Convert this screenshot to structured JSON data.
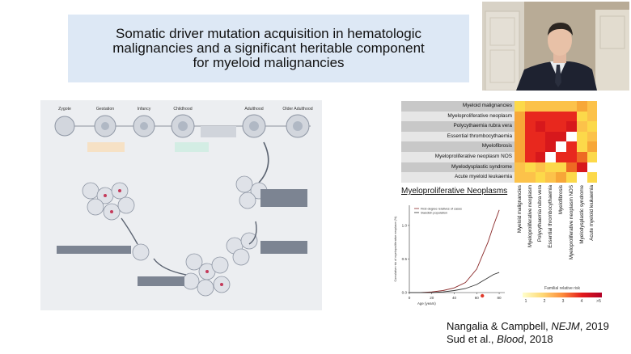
{
  "slide": {
    "title": "Somatic driver mutation acquisition in hematologic malignancies and a significant heritable component for myeloid malignancies"
  },
  "lifecycle": {
    "stages": [
      "Zygote",
      "Gestation",
      "Infancy",
      "Childhood",
      "Adulthood",
      "Older Adulthood"
    ]
  },
  "heatmap": {
    "rows": [
      "Myeloid malignancies",
      "Myeloproliferative neoplasm",
      "Polycythaemia rubra vera",
      "Essential thrombocythaemia",
      "Myelofibrosis",
      "Myeloproliferative neoplasm NOS",
      "Myelodysplastic syndrome",
      "Acute myeloid leukaemia"
    ],
    "columns": [
      "Myeloid malignancies",
      "Myeloproliferative neoplasm",
      "Polycythaemia rubra vera",
      "Essential thrombocythaemia",
      "Myelofibrosis",
      "Myeloproliferative neoplasm NOS",
      "Myelodysplastic syndrome",
      "Acute myeloid leukaemia"
    ],
    "legend": {
      "title": "Familial relative risk",
      "ticks": [
        "1",
        "2",
        "3",
        "4",
        ">5"
      ]
    },
    "colors": [
      "#fcd94a",
      "#fcc24a",
      "#f7a738",
      "#ee6a23",
      "#e8281e",
      "#d7181c",
      "#ffffff"
    ]
  },
  "mpn_chart": {
    "title": "Myeloproliferative Neoplasms",
    "ylabel": "Cumulative risk of myeloproliferative neoplasm (%)",
    "xlabel": "Age (years)",
    "legend": [
      "First-degree relatives of cases",
      "Swedish population"
    ]
  },
  "chart_data": {
    "type": "line",
    "title": "Myeloproliferative Neoplasms",
    "xlabel": "Age (years)",
    "ylabel": "Cumulative risk of myeloproliferative neoplasm (%)",
    "x": [
      0,
      10,
      20,
      30,
      40,
      50,
      60,
      65,
      70,
      75,
      80
    ],
    "xlim": [
      0,
      85
    ],
    "ylim": [
      0,
      1.3
    ],
    "xticks": [
      0,
      20,
      40,
      60,
      80
    ],
    "yticks": [
      0,
      0.5,
      1.0
    ],
    "series": [
      {
        "name": "First-degree relatives of cases",
        "color": "#8b2a2a",
        "values": [
          0,
          0,
          0.01,
          0.03,
          0.07,
          0.15,
          0.35,
          0.55,
          0.75,
          1.0,
          1.23
        ]
      },
      {
        "name": "Swedish population",
        "color": "#333333",
        "values": [
          0,
          0,
          0,
          0.01,
          0.03,
          0.06,
          0.12,
          0.17,
          0.22,
          0.27,
          0.3
        ]
      }
    ]
  },
  "citations": {
    "line1_authors": "Nangalia & Campbell, ",
    "line1_journal": "NEJM",
    "line1_year": ", 2019",
    "line2_authors": "Sud et al., ",
    "line2_journal": "Blood",
    "line2_year": ", 2018"
  }
}
